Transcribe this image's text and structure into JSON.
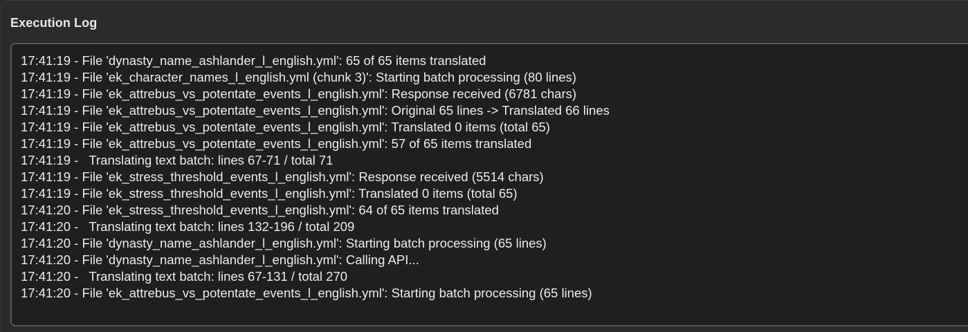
{
  "panel": {
    "title": "Execution Log"
  },
  "log": {
    "lines": [
      "17:41:19 - File 'dynasty_name_ashlander_l_english.yml': 65 of 65 items translated",
      "17:41:19 - File 'ek_character_names_l_english.yml (chunk 3)': Starting batch processing (80 lines)",
      "17:41:19 - File 'ek_attrebus_vs_potentate_events_l_english.yml': Response received (6781 chars)",
      "17:41:19 - File 'ek_attrebus_vs_potentate_events_l_english.yml': Original 65 lines -> Translated 66 lines",
      "17:41:19 - File 'ek_attrebus_vs_potentate_events_l_english.yml': Translated 0 items (total 65)",
      "17:41:19 - File 'ek_attrebus_vs_potentate_events_l_english.yml': 57 of 65 items translated",
      "17:41:19 -   Translating text batch: lines 67-71 / total 71",
      "17:41:19 - File 'ek_stress_threshold_events_l_english.yml': Response received (5514 chars)",
      "17:41:19 - File 'ek_stress_threshold_events_l_english.yml': Translated 0 items (total 65)",
      "17:41:20 - File 'ek_stress_threshold_events_l_english.yml': 64 of 65 items translated",
      "17:41:20 -   Translating text batch: lines 132-196 / total 209",
      "17:41:20 - File 'dynasty_name_ashlander_l_english.yml': Starting batch processing (65 lines)",
      "17:41:20 - File 'dynasty_name_ashlander_l_english.yml': Calling API...",
      "17:41:20 -   Translating text batch: lines 67-131 / total 270",
      "17:41:20 - File 'ek_attrebus_vs_potentate_events_l_english.yml': Starting batch processing (65 lines)"
    ]
  }
}
